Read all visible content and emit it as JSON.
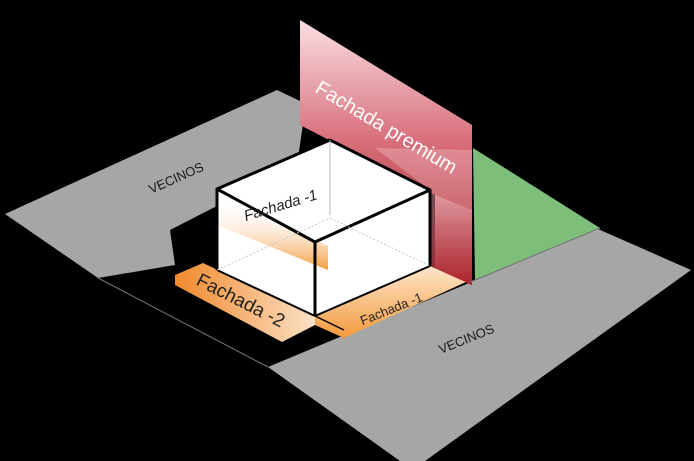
{
  "labels": {
    "vecinos_top": "VECINOS",
    "vecinos_bottom": "VECINOS",
    "fachada_premium": "Fachada premium",
    "fachada_back": "Fachada -1",
    "fachada_front": "Fachada -1",
    "fachada_side": "Fachada -2"
  },
  "colors": {
    "background": "#000000",
    "neighbors": "#a6a6a6",
    "green_zone": "#7dbf7a",
    "premium_dark": "#a11a22",
    "premium_light": "#fbdfe3",
    "orange": "#f39a3c",
    "orange_light": "#fde6cc",
    "box_fill": "#ffffff",
    "box_edge": "#000000"
  }
}
